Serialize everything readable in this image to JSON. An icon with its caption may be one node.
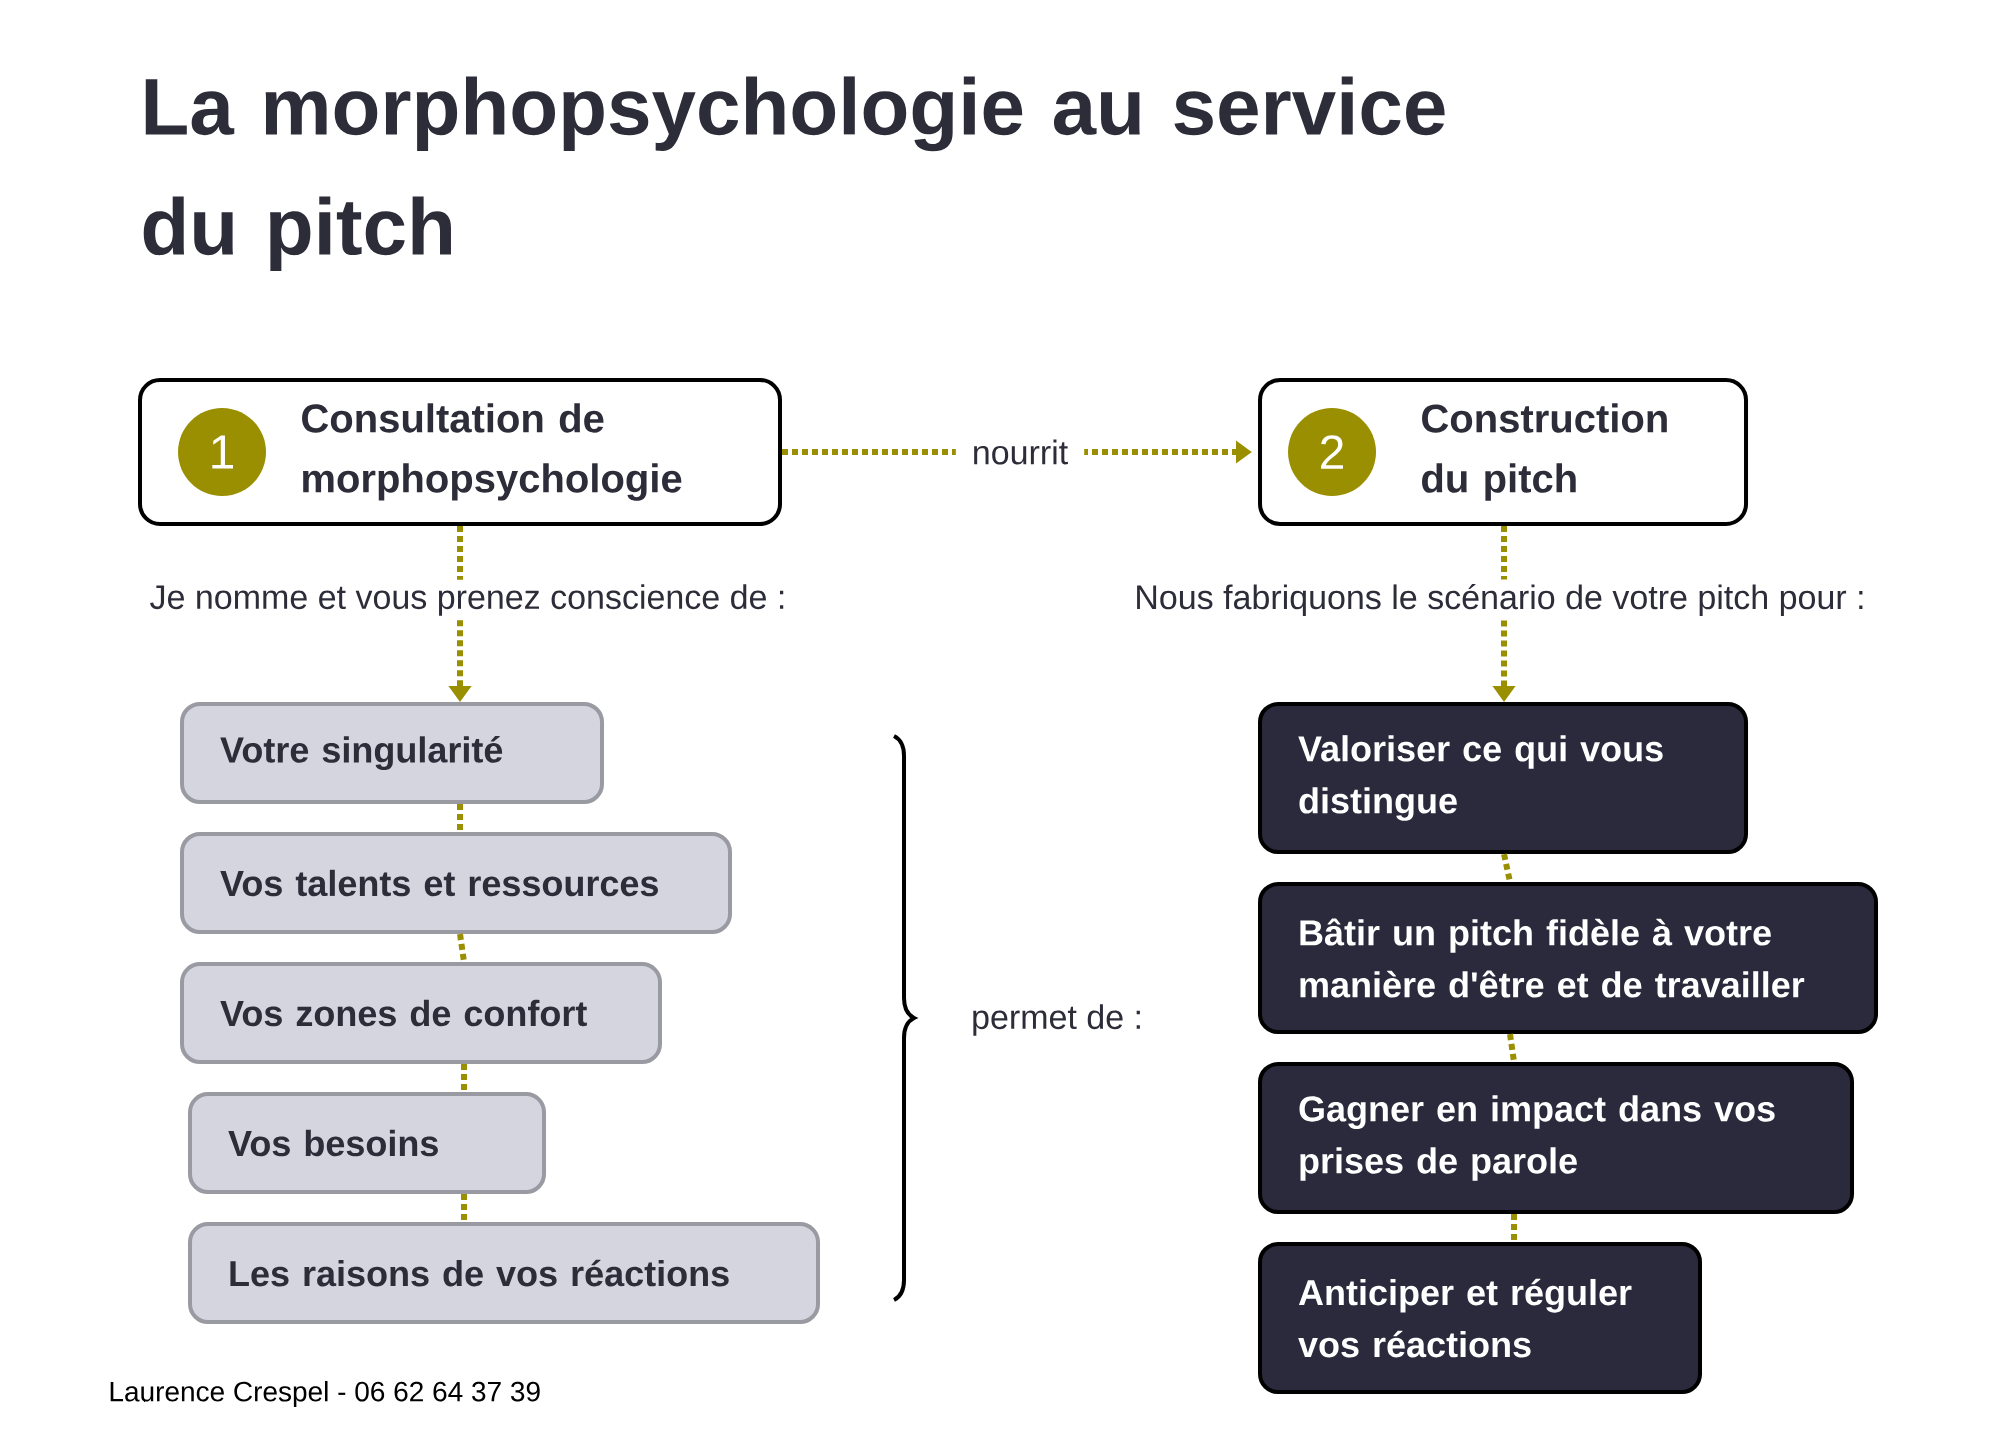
{
  "diagram": {
    "title": "La morphopsychologie au service du pitch",
    "nodes": [
      {
        "text": [
          "Consultation de morphopsychologie"
        ]
      },
      {
        "text": [
          "1"
        ],
        "in": 0
      },
      {
        "text": [
          "Construction du pitch"
        ]
      },
      {
        "text": [
          "2"
        ],
        "in": 2
      },
      {
        "text": [
          "Je nomme et vous prenez conscience de :"
        ]
      },
      {
        "text": [
          "Votre singularité"
        ]
      },
      {
        "text": [
          "Vos talents et ressources"
        ]
      },
      {
        "text": [
          "Vos zones de confort"
        ]
      },
      {
        "text": [
          "Vos besoins"
        ]
      },
      {
        "text": [
          "Les raisons de vos réactions"
        ]
      },
      {
        "text": [
          "Nous fabriquons le scénario de votre pitch pour :"
        ]
      },
      {
        "text": [
          "Valoriser ce qui vous distingue"
        ]
      },
      {
        "text": [
          "Bâtir un pitch fidèle à votre manière d'être et de travailler"
        ]
      },
      {
        "text": [
          "Gagner en impact dans vos prises de parole"
        ]
      },
      {
        "text": [
          "Anticiper et réguler vos réactions"
        ]
      }
    ],
    "edges": [
      {
        "from": 0,
        "to": 2,
        "arrow": "to",
        "label": "nourrit",
        "style": "dashed"
      },
      {
        "from": 0,
        "to": 4,
        "arrow": "none",
        "style": "dashed"
      },
      {
        "from": 4,
        "to": 5,
        "arrow": "to",
        "style": "dashed"
      },
      {
        "from": 5,
        "to": 6,
        "arrow": "none",
        "style": "dashed"
      },
      {
        "from": 6,
        "to": 7,
        "arrow": "none",
        "style": "dashed"
      },
      {
        "from": 7,
        "to": 8,
        "arrow": "none",
        "style": "dashed"
      },
      {
        "from": 8,
        "to": 9,
        "arrow": "none",
        "style": "dashed"
      },
      {
        "from": 2,
        "to": 10,
        "arrow": "none",
        "style": "dashed"
      },
      {
        "from": 10,
        "to": 11,
        "arrow": "to",
        "style": "dashed"
      },
      {
        "from": 11,
        "to": 12,
        "arrow": "none",
        "style": "dashed"
      },
      {
        "from": 12,
        "to": 13,
        "arrow": "none",
        "style": "dashed"
      },
      {
        "from": 13,
        "to": 14,
        "arrow": "none",
        "style": "dashed"
      }
    ],
    "labels": [
      "permet de :",
      "Laurence Crespel - 06 62 64 37 39"
    ]
  }
}
